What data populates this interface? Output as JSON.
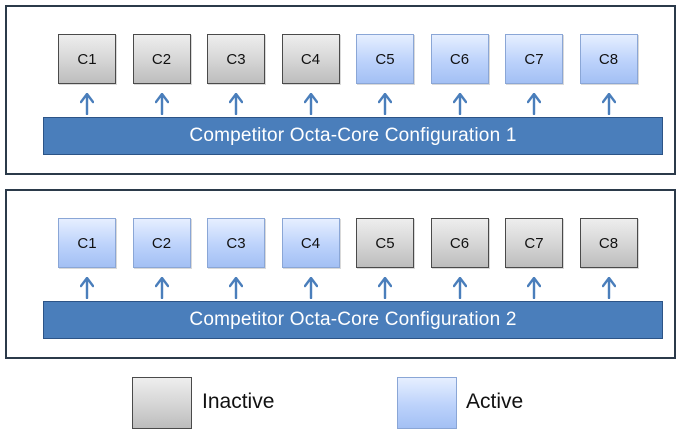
{
  "configurations": [
    {
      "title": "Competitor Octa-Core Configuration 1",
      "cores": [
        {
          "label": "C1",
          "state": "inactive"
        },
        {
          "label": "C2",
          "state": "inactive"
        },
        {
          "label": "C3",
          "state": "inactive"
        },
        {
          "label": "C4",
          "state": "inactive"
        },
        {
          "label": "C5",
          "state": "active"
        },
        {
          "label": "C6",
          "state": "active"
        },
        {
          "label": "C7",
          "state": "active"
        },
        {
          "label": "C8",
          "state": "active"
        }
      ]
    },
    {
      "title": "Competitor Octa-Core Configuration 2",
      "cores": [
        {
          "label": "C1",
          "state": "active"
        },
        {
          "label": "C2",
          "state": "active"
        },
        {
          "label": "C3",
          "state": "active"
        },
        {
          "label": "C4",
          "state": "active"
        },
        {
          "label": "C5",
          "state": "inactive"
        },
        {
          "label": "C6",
          "state": "inactive"
        },
        {
          "label": "C7",
          "state": "inactive"
        },
        {
          "label": "C8",
          "state": "inactive"
        }
      ]
    }
  ],
  "legend": {
    "inactive_label": "Inactive",
    "active_label": "Active"
  },
  "colors": {
    "bar": "#4a7ebb",
    "arrow": "#4a7ebb",
    "active": "#bcd2fb",
    "inactive": "#d4d4d4",
    "panel_border": "#2b3a4a"
  }
}
